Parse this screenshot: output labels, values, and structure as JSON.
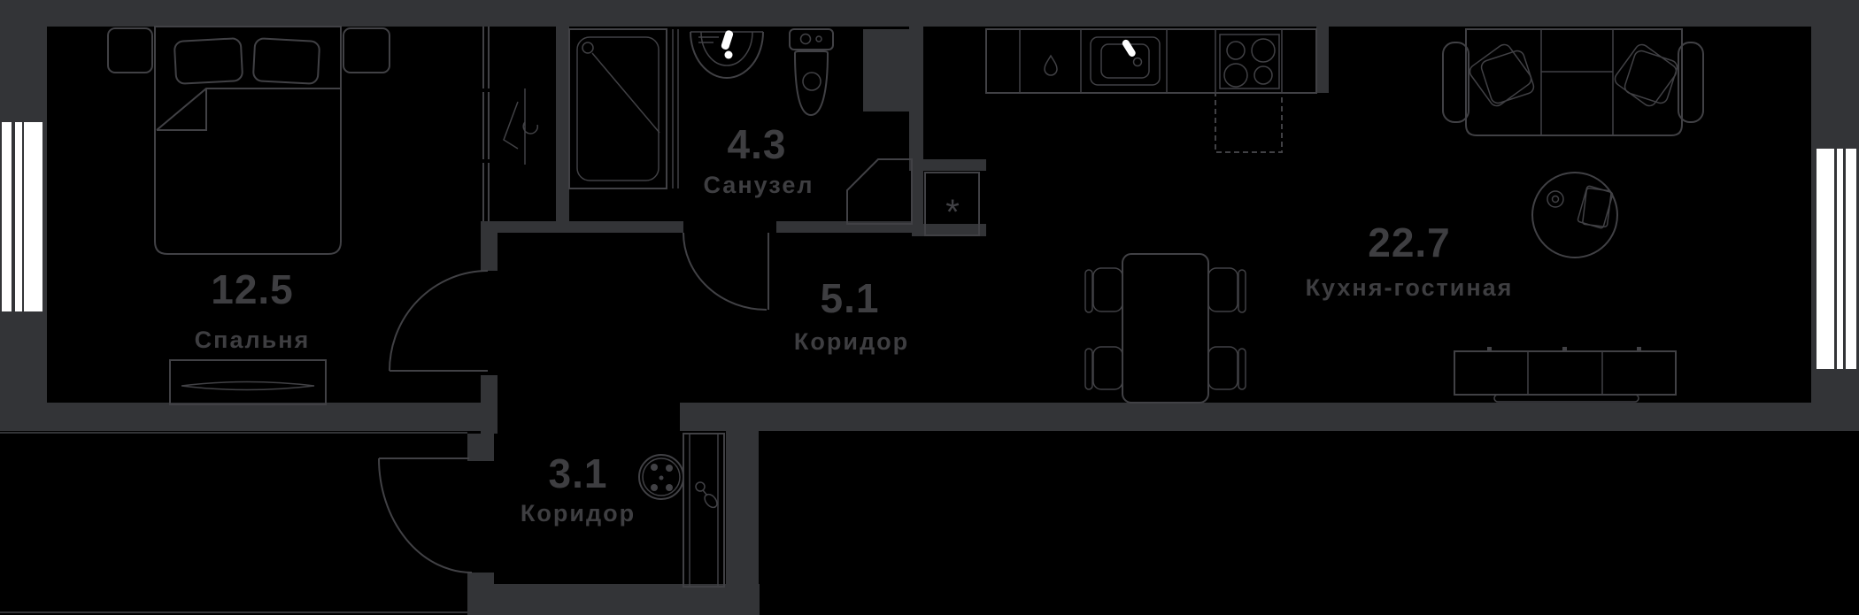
{
  "colors": {
    "background": "#000000",
    "wall": "#333437",
    "furniture_line": "#414145",
    "label_text": "#3e3e41",
    "window_glass": "#ffffff"
  },
  "rooms": [
    {
      "key": "bedroom",
      "area": "12.5",
      "name": "Спальня"
    },
    {
      "key": "bathroom",
      "area": "4.3",
      "name": "Санузел"
    },
    {
      "key": "corridor_inner",
      "area": "5.1",
      "name": "Коридор"
    },
    {
      "key": "corridor_entry",
      "area": "3.1",
      "name": "Коридор"
    },
    {
      "key": "kitchen_living",
      "area": "22.7",
      "name": "Кухня-гостиная"
    }
  ],
  "symbols": {
    "washer": "*"
  }
}
